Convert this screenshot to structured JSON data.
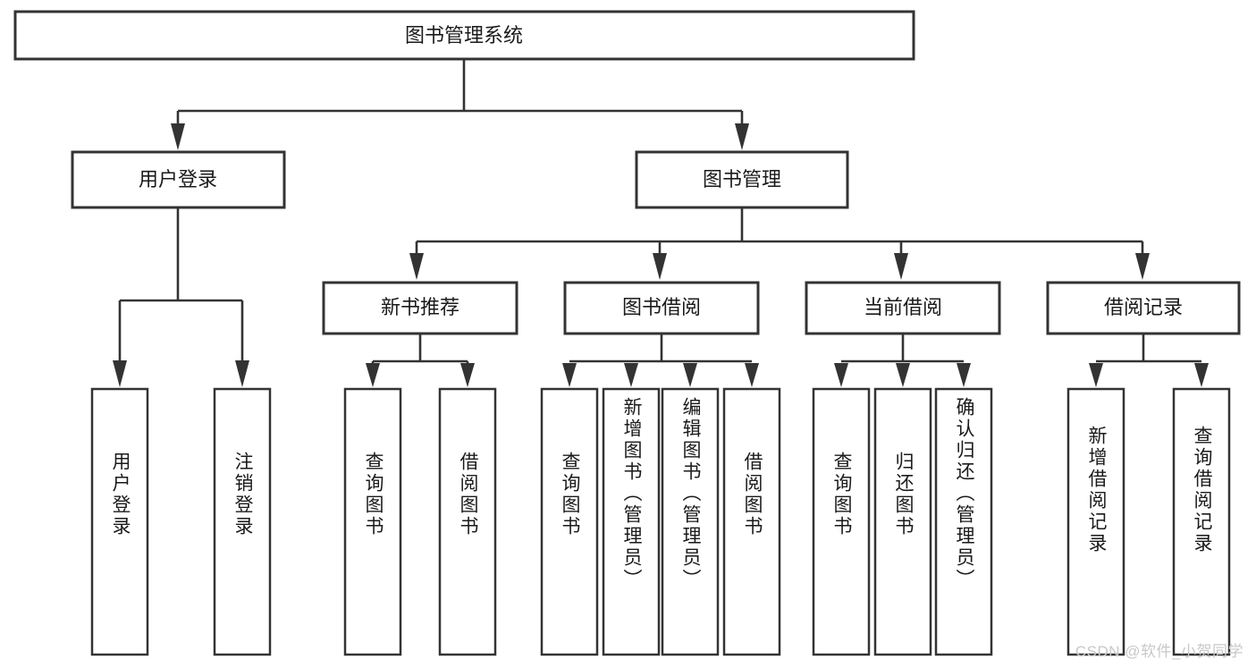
{
  "diagram": {
    "type": "tree-hierarchy",
    "title": "图书管理系统",
    "watermark": "CSDN @软件_小贺同学",
    "colors": {
      "background": "#ffffff",
      "stroke": "#333333",
      "text": "#1a1a1a",
      "watermark": "#c8c8c8"
    },
    "levels": {
      "root": {
        "label": "图书管理系统"
      },
      "level2": [
        {
          "label": "用户登录"
        },
        {
          "label": "图书管理"
        }
      ],
      "level3": [
        {
          "label": "新书推荐"
        },
        {
          "label": "图书借阅"
        },
        {
          "label": "当前借阅"
        },
        {
          "label": "借阅记录"
        }
      ],
      "leaves": {
        "user_login": [
          {
            "label": "用户登录"
          },
          {
            "label": "注销登录"
          }
        ],
        "new_book_recommend": [
          {
            "label": "查询图书"
          },
          {
            "label": "借阅图书"
          }
        ],
        "book_borrow": [
          {
            "label": "查询图书"
          },
          {
            "label": "新增图书（管理员）"
          },
          {
            "label": "编辑图书（管理员）"
          },
          {
            "label": "借阅图书"
          }
        ],
        "current_borrow": [
          {
            "label": "查询图书"
          },
          {
            "label": "归还图书"
          },
          {
            "label": "确认归还（管理员）"
          }
        ],
        "borrow_record": [
          {
            "label": "新增借阅记录"
          },
          {
            "label": "查询借阅记录"
          }
        ]
      }
    }
  }
}
